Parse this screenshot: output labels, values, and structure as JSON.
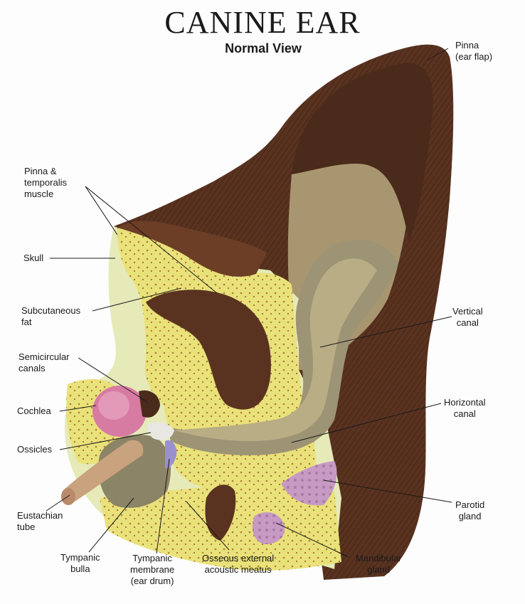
{
  "title": "CANINE EAR",
  "subtitle": "Normal View",
  "colors": {
    "fur": "#5a3320",
    "fur_dark": "#3d2114",
    "fur_light": "#7a4a30",
    "skin": "#a89670",
    "fat": "#e9e27a",
    "skull": "#e6eab8",
    "cochlea": "#d77ba2",
    "parotid": "#c79ac4",
    "eustachian": "#c9a27e"
  },
  "labels": {
    "pinna_flap": "Pinna\n(ear flap)",
    "pinna_temporalis": "Pinna &\ntemporalis\nmuscle",
    "skull": "Skull",
    "subcutaneous_fat": "Subcutaneous\nfat",
    "vertical_canal": "Vertical\ncanal",
    "semicircular_canals": "Semicircular\ncanals",
    "horizontal_canal": "Horizontal\ncanal",
    "cochlea": "Cochlea",
    "ossicles": "Ossicles",
    "parotid_gland": "Parotid\ngland",
    "eustachian_tube": "Eustachian\ntube",
    "mandibular_gland": "Mandibular\ngland",
    "tympanic_bulla": "Tympanic\nbulla",
    "tympanic_membrane": "Tympanic\nmembrane\n(ear drum)",
    "osseous_meatus": "Osseous external\nacoustic meatus"
  }
}
